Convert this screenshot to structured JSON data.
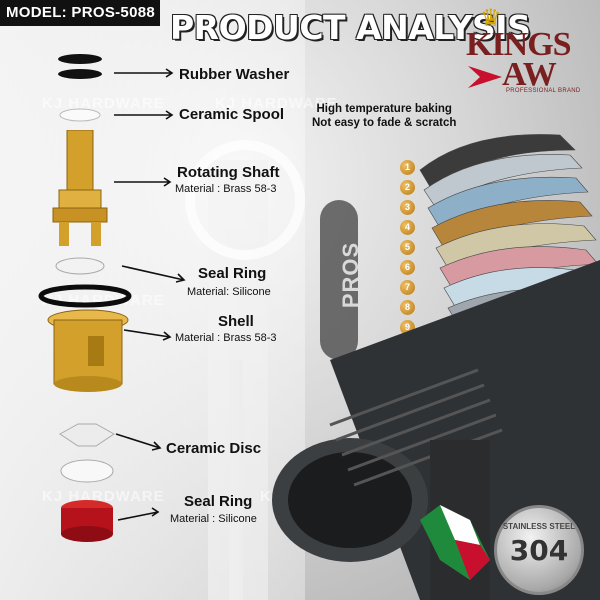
{
  "model_label": "MODEL: PROS-5088",
  "title": "PRODUCT ANALYSIS",
  "brand": {
    "line1": "KINGS",
    "line2": "AW",
    "sub": "PROFESSIONAL BRAND"
  },
  "tagline": {
    "line1": "High temperature baking",
    "line2": "Not easy to fade & scratch"
  },
  "parts": {
    "rubber_washer": "Rubber Washer",
    "ceramic_spool": "Ceramic Spool",
    "rotating_shaft": "Rotating Shaft",
    "rotating_shaft_material": "Material : Brass 58-3",
    "seal_ring_1": "Seal Ring",
    "seal_ring_1_material": "Material: Silicone",
    "shell": "Shell",
    "shell_material": "Material : Brass 58-3",
    "ceramic_disc": "Ceramic Disc",
    "seal_ring_2": "Seal Ring",
    "seal_ring_2_material": "Material : Silicone"
  },
  "layers": [
    "1",
    "2",
    "3",
    "4",
    "5",
    "6",
    "7",
    "8",
    "9"
  ],
  "watermark": "KJ HARDWARE",
  "pros_mark": "PROS",
  "badge": {
    "top": "STAINLESS STEEL",
    "number": "304"
  },
  "colors": {
    "brass": "#d4a02c",
    "red_seal": "#b5121b",
    "brand": "#7a1f1f",
    "steel": "#3a3a3a"
  }
}
